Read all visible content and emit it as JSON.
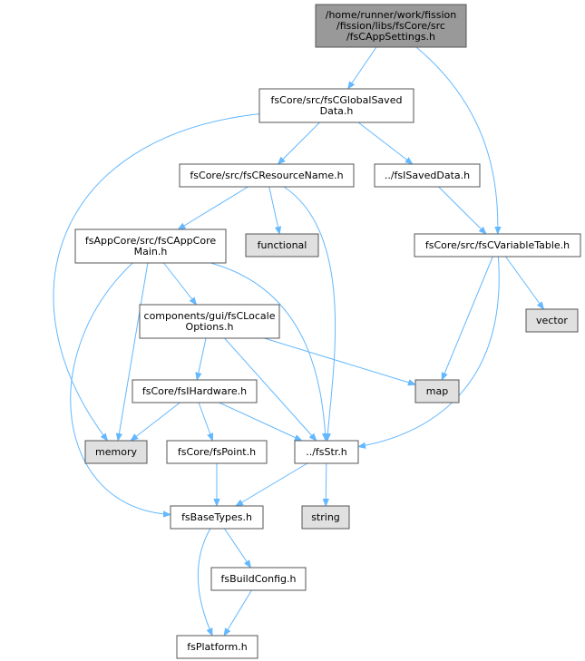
{
  "colors": {
    "root_fill": "#999999",
    "node_fill": "#ffffff",
    "system_fill": "#e0e0e0",
    "border": "#555555",
    "system_border": "#999999",
    "edge": "#63b8ff"
  },
  "nodes": [
    {
      "id": "fsCAppSettings",
      "lines": [
        "/home/runner/work/fission",
        "/fission/libs/fsCore/src",
        "/fsCAppSettings.h"
      ],
      "kind": "root"
    },
    {
      "id": "fsCGlobalSavedData",
      "lines": [
        "fsCore/src/fsCGlobalSaved",
        "Data.h"
      ],
      "kind": "file"
    },
    {
      "id": "fsCResourceName",
      "lines": [
        "fsCore/src/fsCResourceName.h"
      ],
      "kind": "file"
    },
    {
      "id": "fsISavedData",
      "lines": [
        "../fsISavedData.h"
      ],
      "kind": "file"
    },
    {
      "id": "fsCVariableTable",
      "lines": [
        "fsCore/src/fsCVariableTable.h"
      ],
      "kind": "file"
    },
    {
      "id": "fsCAppCoreMain",
      "lines": [
        "fsAppCore/src/fsCAppCore",
        "Main.h"
      ],
      "kind": "file"
    },
    {
      "id": "functional",
      "lines": [
        "functional"
      ],
      "kind": "system"
    },
    {
      "id": "vector",
      "lines": [
        "vector"
      ],
      "kind": "system"
    },
    {
      "id": "fsCLocaleOptions",
      "lines": [
        "components/gui/fsCLocale",
        "Options.h"
      ],
      "kind": "file"
    },
    {
      "id": "map",
      "lines": [
        "map"
      ],
      "kind": "system"
    },
    {
      "id": "fsIHardware",
      "lines": [
        "fsCore/fsIHardware.h"
      ],
      "kind": "file"
    },
    {
      "id": "memory",
      "lines": [
        "memory"
      ],
      "kind": "system"
    },
    {
      "id": "fsPoint",
      "lines": [
        "fsCore/fsPoint.h"
      ],
      "kind": "file"
    },
    {
      "id": "fsStr",
      "lines": [
        "../fsStr.h"
      ],
      "kind": "file"
    },
    {
      "id": "fsBaseTypes",
      "lines": [
        "fsBaseTypes.h"
      ],
      "kind": "file"
    },
    {
      "id": "string",
      "lines": [
        "string"
      ],
      "kind": "system"
    },
    {
      "id": "fsBuildConfig",
      "lines": [
        "fsBuildConfig.h"
      ],
      "kind": "file"
    },
    {
      "id": "fsPlatform",
      "lines": [
        "fsPlatform.h"
      ],
      "kind": "file"
    }
  ],
  "edges": [
    {
      "from": "fsCAppSettings",
      "to": "fsCGlobalSavedData"
    },
    {
      "from": "fsCAppSettings",
      "to": "fsCVariableTable"
    },
    {
      "from": "fsCGlobalSavedData",
      "to": "fsCResourceName"
    },
    {
      "from": "fsCGlobalSavedData",
      "to": "fsISavedData"
    },
    {
      "from": "fsCGlobalSavedData",
      "to": "memory"
    },
    {
      "from": "fsCResourceName",
      "to": "fsCAppCoreMain"
    },
    {
      "from": "fsCResourceName",
      "to": "functional"
    },
    {
      "from": "fsCResourceName",
      "to": "fsStr"
    },
    {
      "from": "fsISavedData",
      "to": "fsCVariableTable"
    },
    {
      "from": "fsCVariableTable",
      "to": "vector"
    },
    {
      "from": "fsCVariableTable",
      "to": "map"
    },
    {
      "from": "fsCVariableTable",
      "to": "fsStr"
    },
    {
      "from": "fsCAppCoreMain",
      "to": "fsCLocaleOptions"
    },
    {
      "from": "fsCAppCoreMain",
      "to": "memory"
    },
    {
      "from": "fsCAppCoreMain",
      "to": "fsStr"
    },
    {
      "from": "fsCAppCoreMain",
      "to": "fsBaseTypes"
    },
    {
      "from": "fsCLocaleOptions",
      "to": "fsIHardware"
    },
    {
      "from": "fsCLocaleOptions",
      "to": "map"
    },
    {
      "from": "fsCLocaleOptions",
      "to": "fsStr"
    },
    {
      "from": "fsIHardware",
      "to": "memory"
    },
    {
      "from": "fsIHardware",
      "to": "fsPoint"
    },
    {
      "from": "fsIHardware",
      "to": "fsStr"
    },
    {
      "from": "fsPoint",
      "to": "fsBaseTypes"
    },
    {
      "from": "fsStr",
      "to": "fsBaseTypes"
    },
    {
      "from": "fsStr",
      "to": "string"
    },
    {
      "from": "fsBaseTypes",
      "to": "fsBuildConfig"
    },
    {
      "from": "fsBaseTypes",
      "to": "fsPlatform"
    },
    {
      "from": "fsBuildConfig",
      "to": "fsPlatform"
    }
  ]
}
